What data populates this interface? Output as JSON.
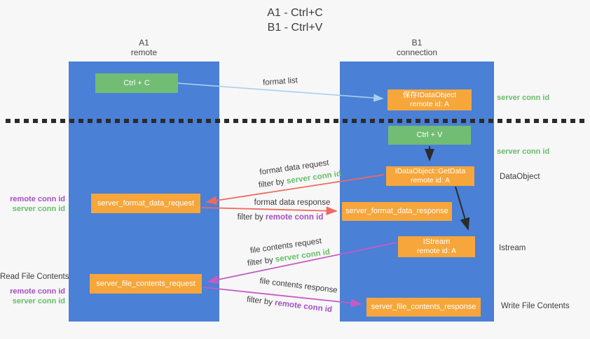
{
  "title": {
    "line1": "A1 - Ctrl+C",
    "line2": "B1 - Ctrl+V"
  },
  "lanes": {
    "a1": {
      "name": "A1",
      "subtitle": "remote"
    },
    "b1": {
      "name": "B1",
      "subtitle": "connection"
    }
  },
  "nodes": {
    "ctrl_c": {
      "label": "Ctrl + C"
    },
    "save_idataobject": {
      "line1": "保存IDataObject",
      "line2": "remote id: A"
    },
    "ctrl_v": {
      "label": "Ctrl + V"
    },
    "getdata": {
      "line1": "IDataObject::GetData",
      "line2": "remote id: A"
    },
    "server_format_data_request": {
      "label": "server_format_data_request"
    },
    "server_format_data_response": {
      "label": "server_format_data_response"
    },
    "istream": {
      "line1": "IStream",
      "line2": "remote id: A"
    },
    "server_file_contents_request": {
      "label": "server_file_contents_request"
    },
    "server_file_contents_response": {
      "label": "server_file_contents_response"
    }
  },
  "annotations": {
    "right": {
      "server_conn_id_top": "server conn id",
      "server_conn_id_mid": "server conn id",
      "dataobject": "DataObject",
      "istream": "Istream",
      "write_file_contents": "Write File Contents"
    },
    "left": {
      "remote_conn_id_top": "remote conn id",
      "server_conn_id_top": "server conn id",
      "read_file_contents": "Read File Contents",
      "remote_conn_id_bottom": "remote conn id",
      "server_conn_id_bottom": "server conn id"
    }
  },
  "flow_labels": {
    "format_list": "format list",
    "format_data_request": "format data request",
    "format_data_response": "format data response",
    "file_contents_request": "file contents request",
    "file_contents_response": "file contents response",
    "filter_by": "filter by ",
    "server_conn_id": "server conn id",
    "remote_conn_id": "remote conn id"
  },
  "colors": {
    "background": "#f7f7f7",
    "lane_blue": "#4a80d6",
    "node_green": "#71bd73",
    "node_orange": "#f6a63a",
    "green_text": "#67bd6a",
    "purple_text": "#a54fc4",
    "dark_text": "#3c3c3c",
    "red_arrow": "#ee6a5f",
    "purple_arrow": "#c55bc5",
    "lightblue_arrow": "#aacfee",
    "black_arrow": "#2b2b2b"
  }
}
